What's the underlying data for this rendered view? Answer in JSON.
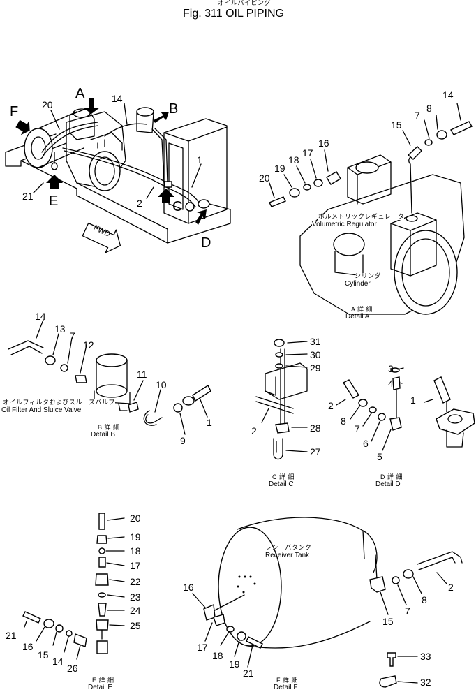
{
  "header": {
    "title_jp": "オイルパイピング",
    "title_en": "Fig. 311   OIL PIPING"
  },
  "main_view": {
    "fwd": "FWD",
    "views": [
      "A",
      "B",
      "C",
      "D",
      "E",
      "F"
    ],
    "callouts": [
      "20",
      "14",
      "1",
      "2",
      "21"
    ]
  },
  "detail_a": {
    "callouts": [
      "14",
      "8",
      "7",
      "15",
      "16",
      "17",
      "18",
      "19",
      "20"
    ],
    "label_regulator_jp": "ボルメトリックレギュレータ",
    "label_regulator_en": "Volumetric  Regulator",
    "label_cylinder_jp": "シリンダ",
    "label_cylinder_en": "Cylinder",
    "caption_jp": "A 詳 細",
    "caption_en": "Detail A"
  },
  "detail_b": {
    "callouts": [
      "14",
      "13",
      "7",
      "12",
      "11",
      "10",
      "9",
      "1"
    ],
    "label_filter_jp": "オイルフィルタおよびスルースバルブ",
    "label_filter_en": "Oil Filter  And  Sluice  Valve",
    "caption_jp": "B 詳 細",
    "caption_en": "Detail B"
  },
  "detail_c": {
    "callouts": [
      "31",
      "30",
      "29",
      "2",
      "28",
      "27"
    ],
    "caption_jp": "C 詳 細",
    "caption_en": "Detail C"
  },
  "detail_d": {
    "callouts": [
      "3",
      "4",
      "1",
      "2",
      "8",
      "7",
      "6",
      "5"
    ],
    "caption_jp": "D 詳 細",
    "caption_en": "Detail D"
  },
  "detail_e": {
    "callouts": [
      "20",
      "19",
      "18",
      "17",
      "22",
      "23",
      "24",
      "25",
      "21",
      "16",
      "15",
      "14",
      "26"
    ],
    "caption_jp": "E 詳 細",
    "caption_en": "Detail E"
  },
  "detail_f": {
    "callouts": [
      "16",
      "17",
      "18",
      "19",
      "21",
      "15",
      "7",
      "8",
      "2",
      "33",
      "32"
    ],
    "label_tank_jp": "レシーバタンク",
    "label_tank_en": "Receiver  Tank",
    "caption_jp": "F 詳 細",
    "caption_en": "Detail F"
  }
}
